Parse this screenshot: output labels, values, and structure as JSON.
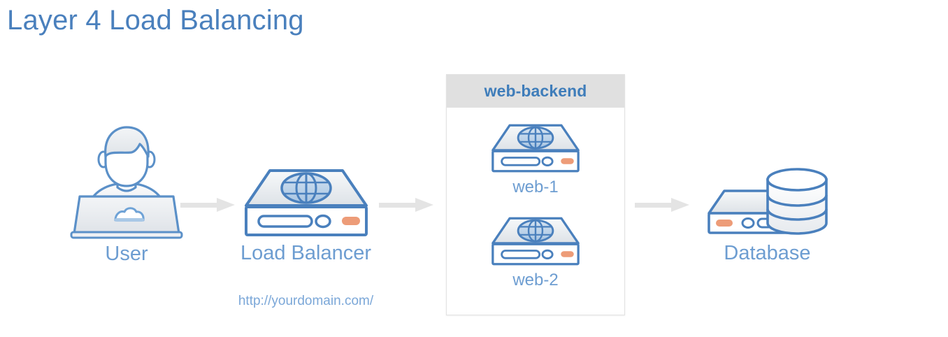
{
  "diagram": {
    "title": "Layer 4 Load Balancing",
    "title_color": "#4a80bd",
    "label_color": "#6d9dd1",
    "accent_color": "#ed9c78",
    "outline_color": "#4a80bd",
    "arrow_color": "#e4e4e4",
    "background": "#ffffff"
  },
  "nodes": {
    "user": {
      "label": "User",
      "icon": "user-laptop-icon"
    },
    "load_balancer": {
      "label": "Load Balancer",
      "icon": "server-globe-icon",
      "url": "http://yourdomain.com/"
    },
    "database": {
      "label": "Database",
      "icon": "database-server-icon"
    }
  },
  "backend_group": {
    "title": "web-backend",
    "servers": [
      {
        "label": "web-1",
        "icon": "server-globe-icon"
      },
      {
        "label": "web-2",
        "icon": "server-globe-icon"
      }
    ]
  },
  "arrows": [
    {
      "name": "user-to-load-balancer",
      "from": "User",
      "to": "Load Balancer"
    },
    {
      "name": "load-balancer-to-backend",
      "from": "Load Balancer",
      "to": "web-backend"
    },
    {
      "name": "backend-to-database",
      "from": "web-backend",
      "to": "Database"
    }
  ]
}
